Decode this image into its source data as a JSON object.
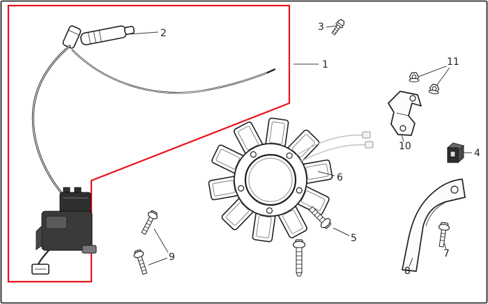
{
  "diagram": {
    "type": "exploded-parts-diagram",
    "colors": {
      "highlight": "#e8121a",
      "line": "#1f1f1f",
      "wire": "#bdbdbd",
      "background": "#ffffff",
      "metal": "#fcfcfc"
    },
    "callouts": [
      {
        "label": "1"
      },
      {
        "label": "2"
      },
      {
        "label": "3"
      },
      {
        "label": "4"
      },
      {
        "label": "5"
      },
      {
        "label": "6"
      },
      {
        "label": "7"
      },
      {
        "label": "8"
      },
      {
        "label": "9"
      },
      {
        "label": "10"
      },
      {
        "label": "11"
      }
    ]
  }
}
